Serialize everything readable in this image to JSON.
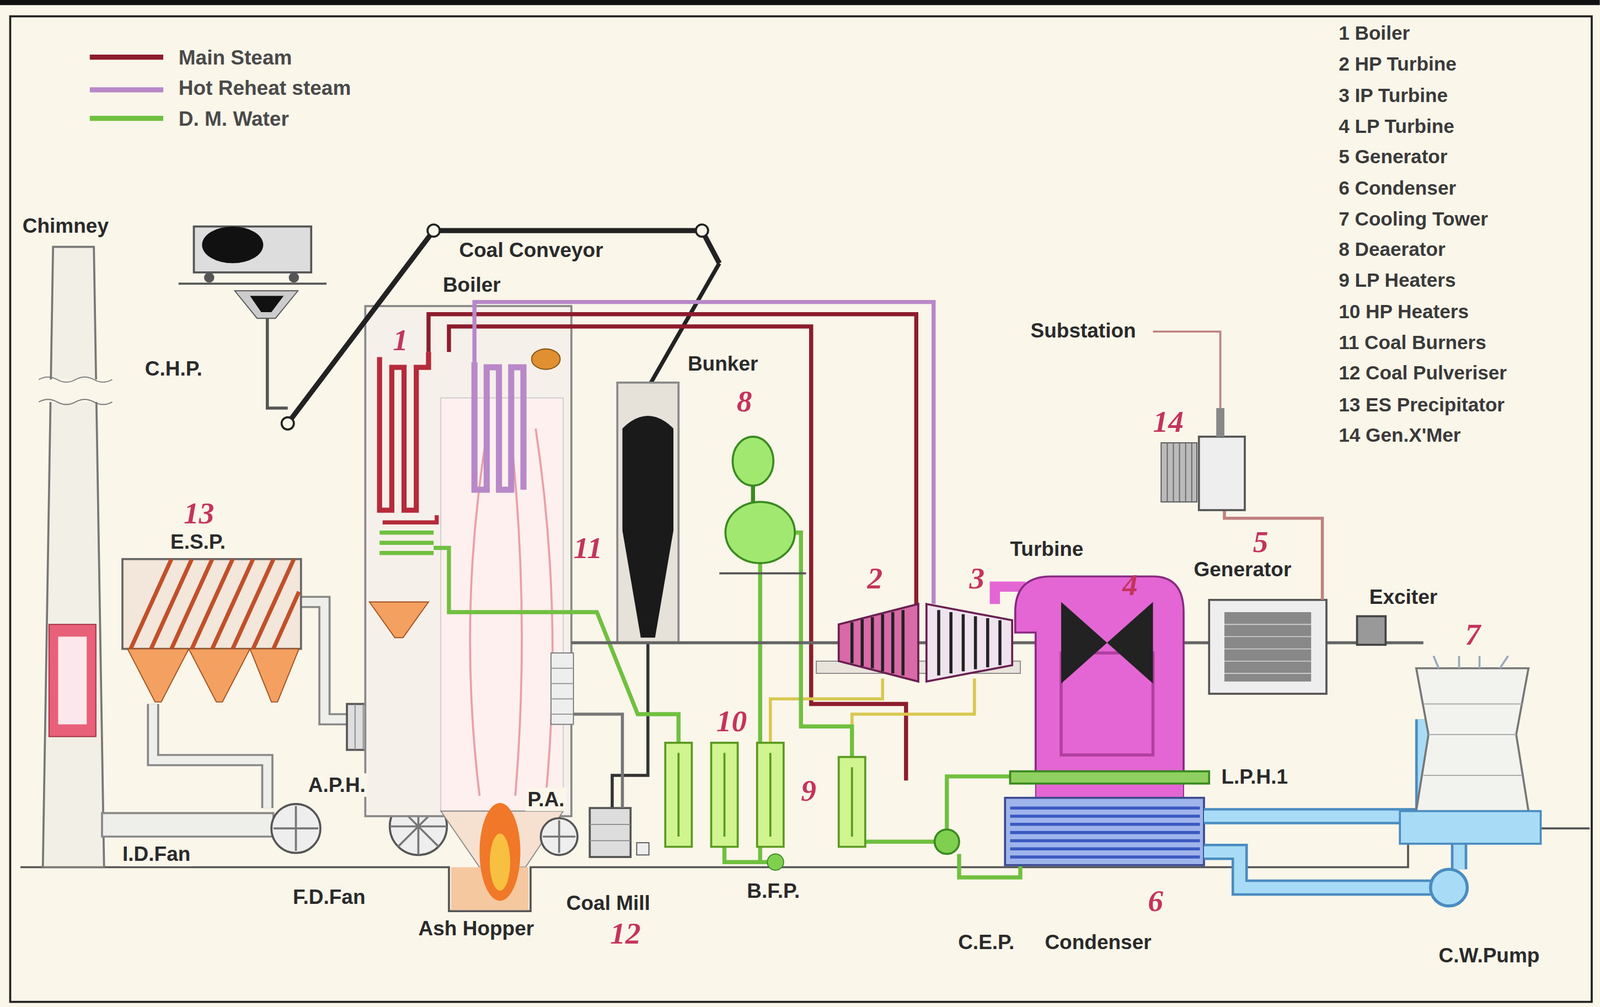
{
  "diagram": {
    "labels": [
      "Chimney",
      "C.H.P.",
      "Coal Conveyor",
      "Boiler",
      "1",
      "Bunker",
      "8",
      "Substation",
      "14",
      "13",
      "E.S.P.",
      "11",
      "2",
      "3",
      "Turbine",
      "4",
      "5",
      "Generator",
      "Exciter",
      "7",
      "10",
      "9",
      "L.P.H.1",
      "A.P.H.",
      "P.A.",
      "I.D.Fan",
      "F.D.Fan",
      "Coal Mill",
      "B.F.P.",
      "Ash Hopper",
      "12",
      "6",
      "C.E.P.",
      "Condenser",
      "C.W.Pump",
      "1 Boiler",
      "2 HP Turbine",
      "3 IP Turbine",
      "4 LP Turbine",
      "5 Generator",
      "6 Condenser",
      "7 Cooling Tower",
      "8 Deaerator",
      "9 LP Heaters",
      "10 HP Heaters",
      "11 Coal Burners",
      "12 Coal Pulveriser",
      "13 ES Precipitator",
      "14 Gen.X'Mer"
    ],
    "legend": [
      {
        "text": "Main Steam"
      },
      {
        "text": "Hot Reheat steam"
      },
      {
        "text": "D. M. Water"
      }
    ]
  }
}
